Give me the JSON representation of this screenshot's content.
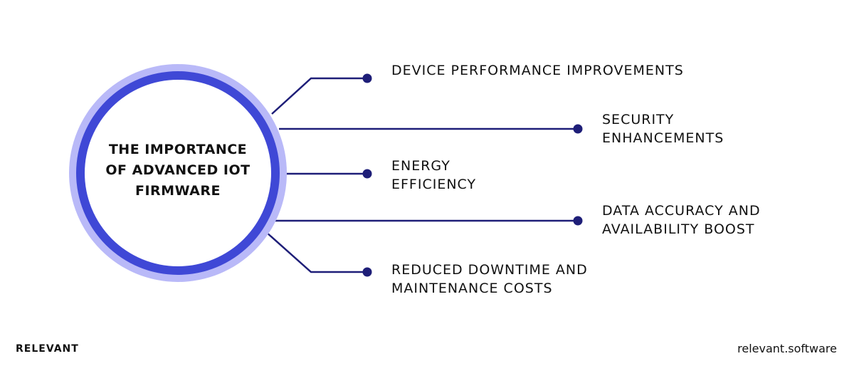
{
  "colors": {
    "outer_ring": "#b9b9f8",
    "inner_ring": "#3f48d6",
    "hub_fill": "#ffffff",
    "connector": "#1e1e78",
    "text": "#111111"
  },
  "hub": {
    "title_lines": [
      "THE IMPORTANCE",
      "OF ADVANCED IOT",
      "FIRMWARE"
    ]
  },
  "items": [
    {
      "lines": [
        "DEVICE PERFORMANCE IMPROVEMENTS"
      ]
    },
    {
      "lines": [
        "SECURITY",
        "ENHANCEMENTS"
      ]
    },
    {
      "lines": [
        "ENERGY",
        "EFFICIENCY"
      ]
    },
    {
      "lines": [
        "DATA ACCURACY AND",
        "AVAILABILITY BOOST"
      ]
    },
    {
      "lines": [
        "REDUCED DOWNTIME AND",
        "MAINTENANCE COSTS"
      ]
    }
  ],
  "footer": {
    "brand": "RELEVANT",
    "site": "relevant.software"
  }
}
